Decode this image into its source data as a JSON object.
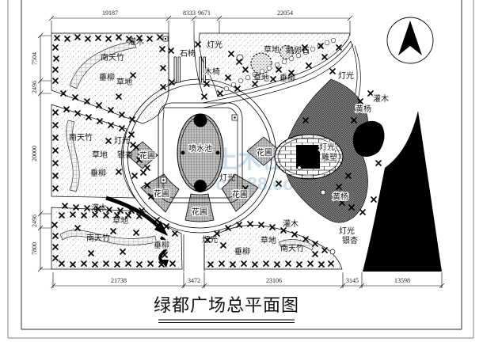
{
  "title": "绿都广场总平面图",
  "watermark": {
    "line1": "土木在线",
    "line2": "co188.com"
  },
  "dims": {
    "top": [
      "19187",
      "8333",
      "9671",
      "22054"
    ],
    "left": [
      "7504",
      "2496",
      "20000",
      "2496",
      "7800"
    ],
    "bottom": [
      "21738",
      "3472",
      "23106",
      "3145",
      "13598"
    ]
  },
  "vocab": {
    "grass": "草地",
    "nandina": "南天竹",
    "willow": "垂柳",
    "shrub": "灌木",
    "light": "灯光",
    "stone_bench": "石椅",
    "wood_bench": "木椅",
    "cobblestone": "鹅卵石",
    "fountain_pool": "喷水池",
    "flower_bed": "花圃",
    "sculpture": "雕塑",
    "ginkgo": "银杏",
    "boxwood": "黄杨"
  },
  "colors": {
    "line": "#000000",
    "watermark": "#7fb3d5",
    "fill_black": "#000000"
  }
}
